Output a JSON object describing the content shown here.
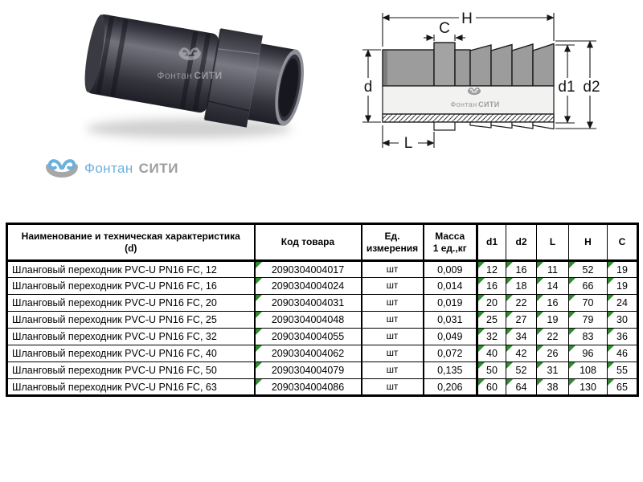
{
  "brand": {
    "first": "Фонтан",
    "second": "СИТИ",
    "blue": "#6cb0dd",
    "gray": "#9d9d9d"
  },
  "photo": {
    "watermark_first": "Фонтан",
    "watermark_second": "СИТИ"
  },
  "drawing": {
    "watermark_first": "Фонтан",
    "watermark_second": "СИТИ",
    "dims": {
      "H": "H",
      "C": "C",
      "d": "d",
      "d1": "d1",
      "d2": "d2",
      "L": "L"
    }
  },
  "table": {
    "columns": [
      "name",
      "code",
      "unit",
      "mass",
      "d1",
      "d2",
      "L",
      "H",
      "C"
    ],
    "headers": [
      "Наименование и техническая характеристика\n(d)",
      "Код товара",
      "Ед.\nизмерения",
      "Масса\n1 ед.,кг",
      "d1",
      "d2",
      "L",
      "H",
      "C"
    ],
    "triangle_columns": [
      "code",
      "d1",
      "d2",
      "L",
      "H",
      "C"
    ],
    "triangle_color": "#2e8b2e",
    "rows": [
      {
        "name": "Шланговый переходник PVC-U PN16 FC, 12",
        "code": "2090304004017",
        "unit": "шт",
        "mass": "0,009",
        "d1": "12",
        "d2": "16",
        "L": "11",
        "H": "52",
        "C": "19"
      },
      {
        "name": "Шланговый переходник PVC-U PN16 FC, 16",
        "code": "2090304004024",
        "unit": "шт",
        "mass": "0,014",
        "d1": "16",
        "d2": "18",
        "L": "14",
        "H": "66",
        "C": "19"
      },
      {
        "name": "Шланговый переходник PVC-U PN16 FC, 20",
        "code": "2090304004031",
        "unit": "шт",
        "mass": "0,019",
        "d1": "20",
        "d2": "22",
        "L": "16",
        "H": "70",
        "C": "24"
      },
      {
        "name": "Шланговый переходник PVC-U PN16 FC, 25",
        "code": "2090304004048",
        "unit": "шт",
        "mass": "0,031",
        "d1": "25",
        "d2": "27",
        "L": "19",
        "H": "79",
        "C": "30"
      },
      {
        "name": "Шланговый переходник PVC-U PN16 FC, 32",
        "code": "2090304004055",
        "unit": "шт",
        "mass": "0,049",
        "d1": "32",
        "d2": "34",
        "L": "22",
        "H": "83",
        "C": "36"
      },
      {
        "name": "Шланговый переходник PVC-U PN16 FC, 40",
        "code": "2090304004062",
        "unit": "шт",
        "mass": "0,072",
        "d1": "40",
        "d2": "42",
        "L": "26",
        "H": "96",
        "C": "46"
      },
      {
        "name": "Шланговый переходник PVC-U PN16 FC, 50",
        "code": "2090304004079",
        "unit": "шт",
        "mass": "0,135",
        "d1": "50",
        "d2": "52",
        "L": "31",
        "H": "108",
        "C": "55"
      },
      {
        "name": "Шланговый переходник PVC-U PN16 FC, 63",
        "code": "2090304004086",
        "unit": "шт",
        "mass": "0,206",
        "d1": "60",
        "d2": "64",
        "L": "38",
        "H": "130",
        "C": "65"
      }
    ]
  }
}
